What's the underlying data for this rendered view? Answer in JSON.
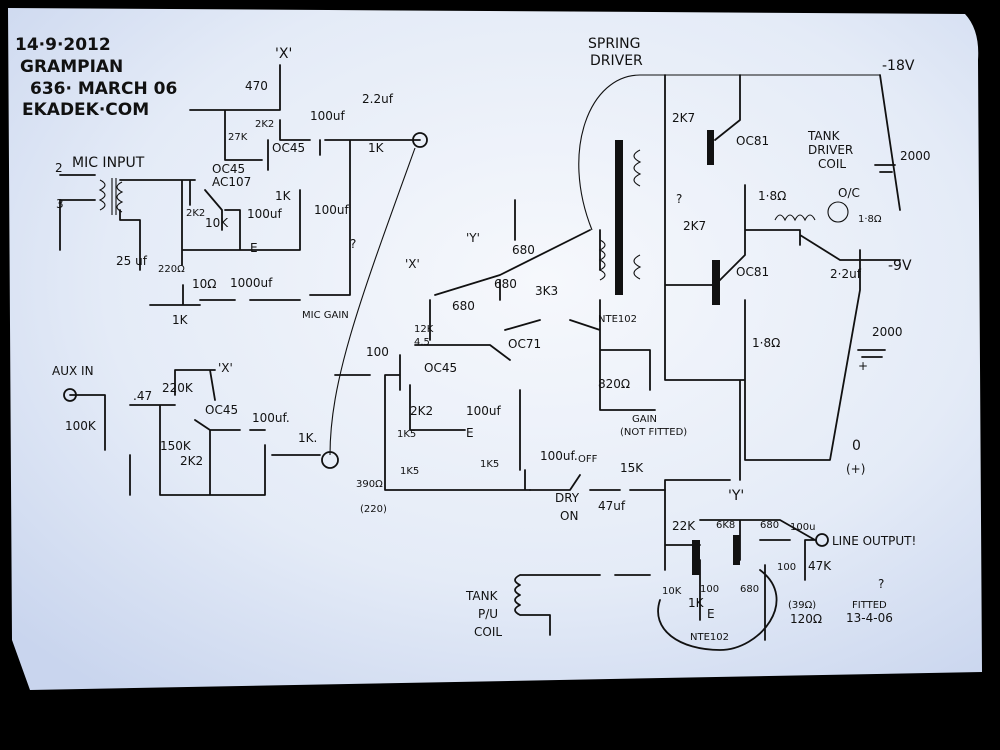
{
  "colors": {
    "paper": "#e8eef8",
    "ink": "#111111",
    "background": "#000000"
  },
  "header": {
    "date": "14·9·2012",
    "title": "GRAMPIAN",
    "model": "636· MARCH 06",
    "site": "EKADEK·COM"
  },
  "mic_section": {
    "labels": [
      "'X'",
      "470",
      "2K2",
      "27K",
      "OC45",
      "100uf",
      "2.2uf",
      "1K",
      "MIC INPUT",
      "2",
      "3",
      "OC45",
      "AC107",
      "2K2",
      "10K",
      "100uf",
      "1K",
      "100uf",
      "E",
      "?",
      "25 uf",
      "220Ω",
      "10Ω",
      "1000uf",
      "1K",
      "MIC GAIN"
    ]
  },
  "aux_section": {
    "labels": [
      "AUX IN",
      "'X'",
      ".47",
      "220K",
      "OC45",
      "100K",
      "150K",
      "2K2",
      "100uf.",
      "1K."
    ]
  },
  "mid_section": {
    "labels": [
      "'X'",
      "'Y'",
      "680",
      "680",
      "680",
      "3K3",
      "12K",
      "4.5",
      "100",
      "OC45",
      "OC71",
      "NTE102",
      "2K2",
      "100uf",
      "E",
      "1K5",
      "1K5",
      "1K5",
      "390Ω",
      "(220)",
      "100uf.",
      "OFF",
      "DRY",
      "ON",
      "15K",
      "47uf",
      "820Ω",
      "GAIN",
      "(NOT FITTED)"
    ]
  },
  "driver_section": {
    "labels": [
      "SPRING",
      "DRIVER",
      "-18V",
      "2K7",
      "OC81",
      "TANK",
      "DRIVER",
      "COIL",
      "2000",
      "1·8Ω",
      "O/C",
      "?",
      "2K7",
      "1·8Ω",
      "2·2uf",
      "-9V",
      "OC81",
      "1·8Ω",
      "2000",
      "+",
      "0",
      "(+)"
    ]
  },
  "output_section": {
    "labels": [
      "'Y'",
      "22K",
      "6K8",
      "680",
      "100u",
      "LINE OUTPUT!",
      "47K",
      "10K",
      "1K",
      "100",
      "680",
      "100",
      "(39Ω)",
      "120Ω",
      "E",
      "NTE102",
      "TANK",
      "P/U",
      "COIL",
      "?",
      "FITTED",
      "13-4-06"
    ]
  }
}
